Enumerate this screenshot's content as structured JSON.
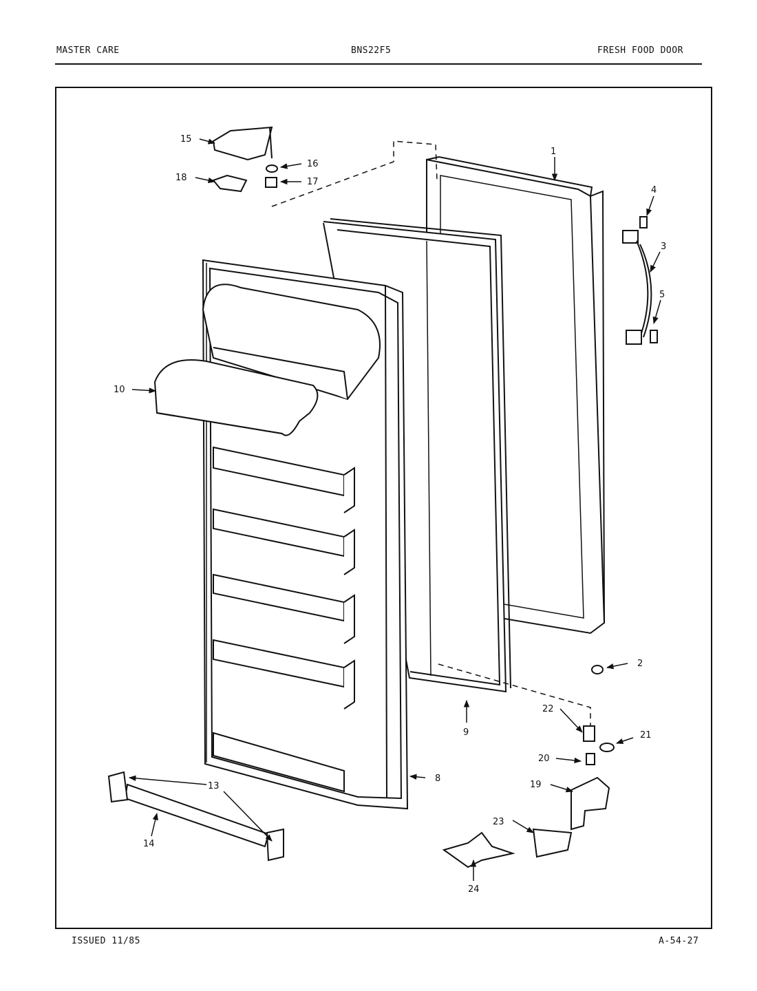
{
  "header": {
    "left": "MASTER CARE",
    "center": "BNS22F5",
    "right": "FRESH FOOD DOOR"
  },
  "footer": {
    "issued": "ISSUED 11/85",
    "ref": "A-54-27"
  },
  "callouts": [
    "1",
    "2",
    "3",
    "4",
    "5",
    "8",
    "9",
    "10",
    "13",
    "14",
    "15",
    "16",
    "17",
    "18",
    "19",
    "20",
    "21",
    "22",
    "23",
    "24"
  ],
  "colors": {
    "ink": "#111111",
    "paper": "#ffffff"
  }
}
